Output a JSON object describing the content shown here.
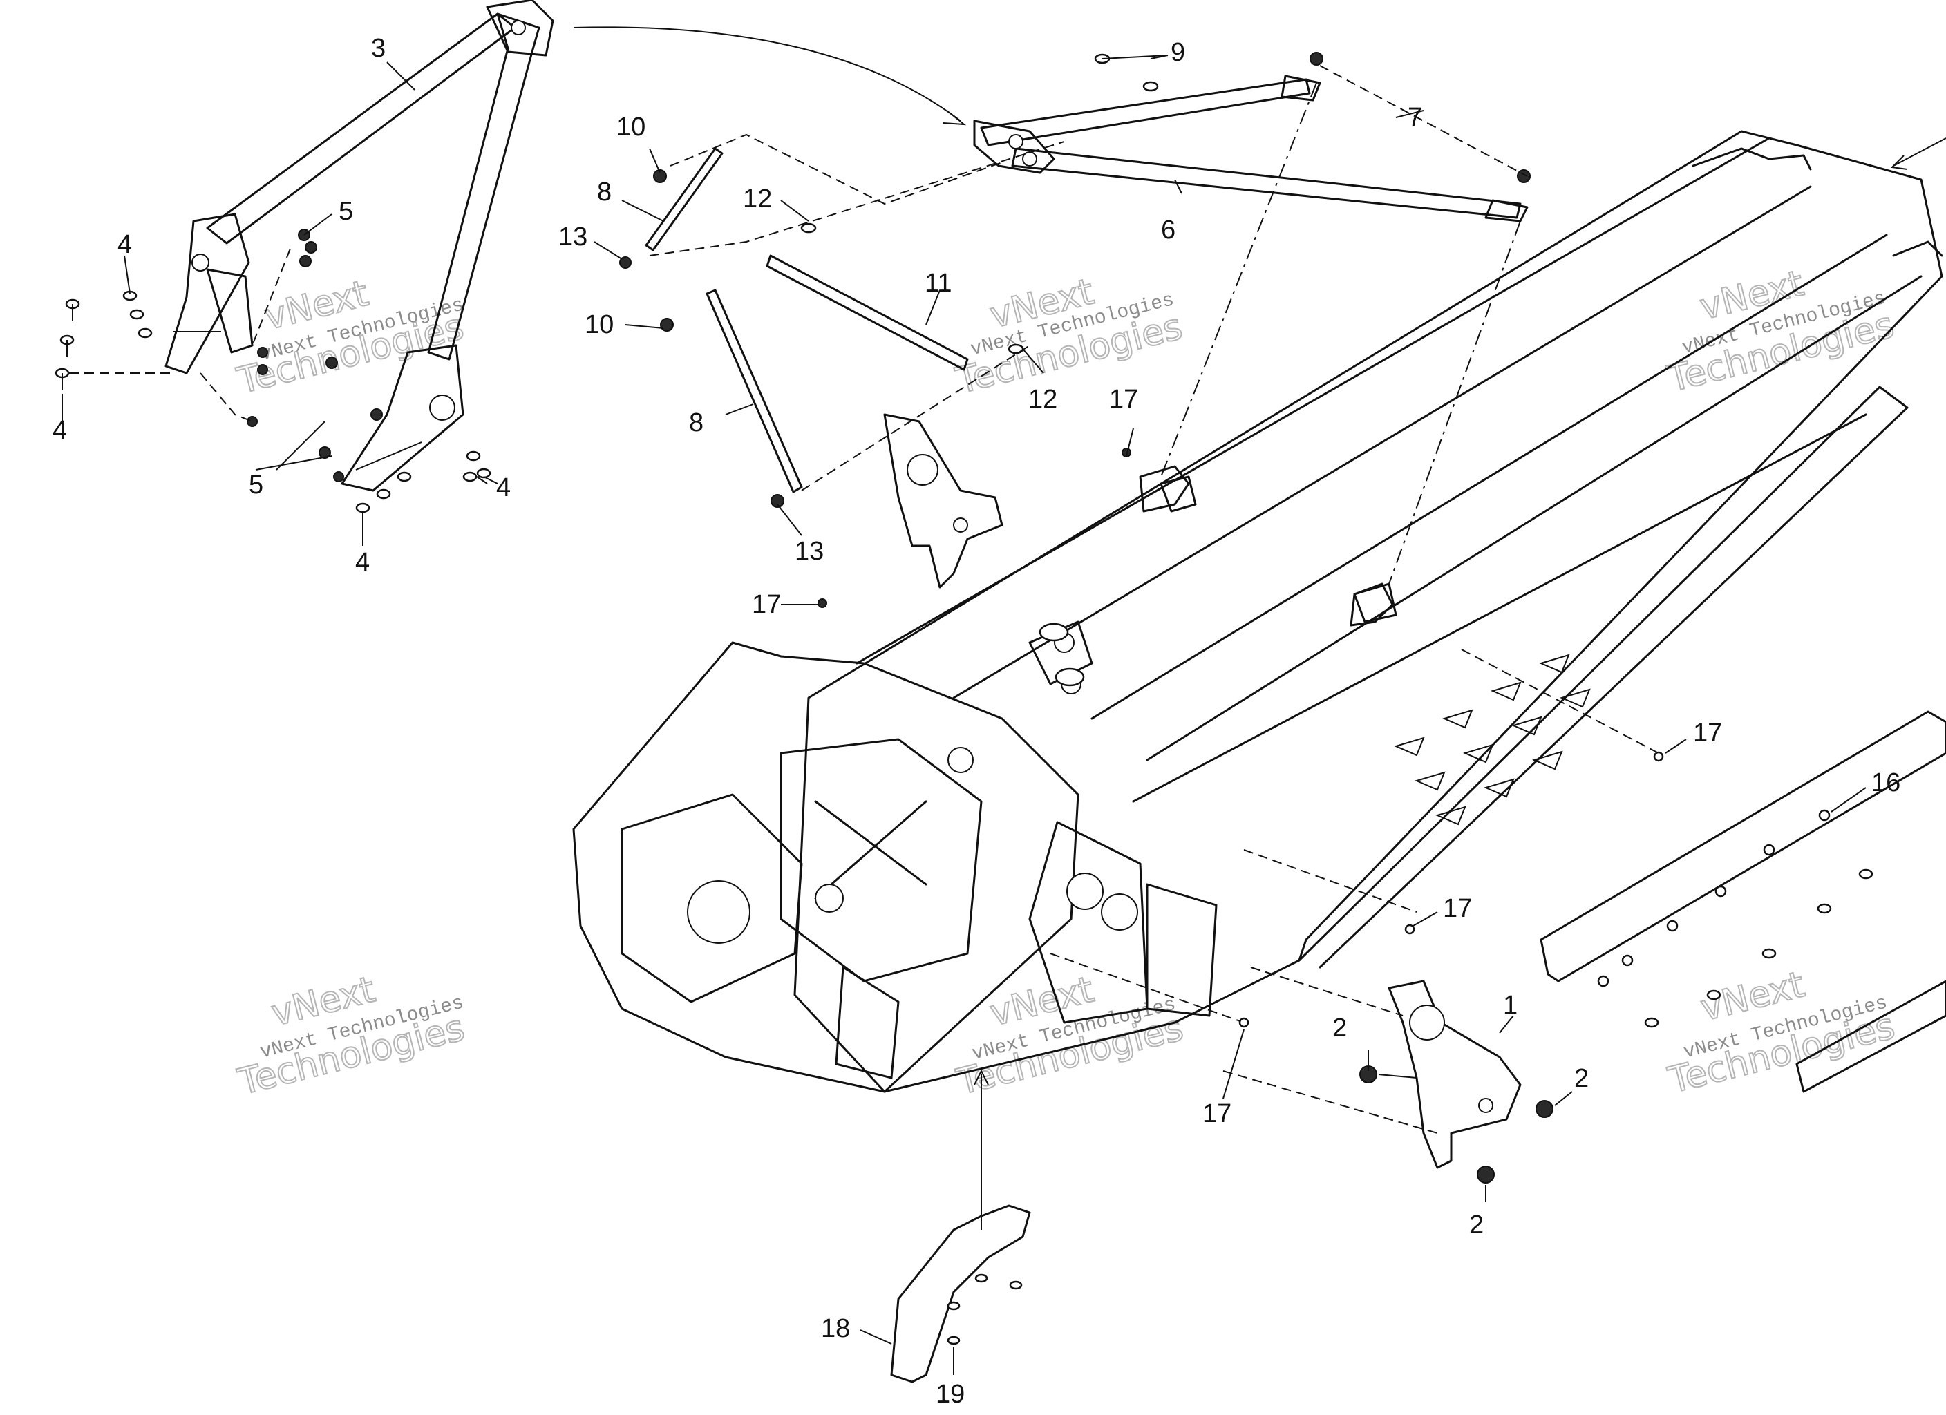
{
  "watermark": {
    "small_text": "vNext Technologies",
    "big_top": "vNext",
    "big_bottom": "Technologies"
  },
  "callouts": [
    {
      "id": "c-3",
      "text": "3"
    },
    {
      "id": "c-9",
      "text": "9"
    },
    {
      "id": "c-7",
      "text": "7"
    },
    {
      "id": "c-10a",
      "text": "10"
    },
    {
      "id": "c-8a",
      "text": "8"
    },
    {
      "id": "c-12a",
      "text": "12"
    },
    {
      "id": "c-13a",
      "text": "13"
    },
    {
      "id": "c-6",
      "text": "6"
    },
    {
      "id": "c-5a",
      "text": "5"
    },
    {
      "id": "c-4a",
      "text": "4"
    },
    {
      "id": "c-4b",
      "text": "4"
    },
    {
      "id": "c-5b",
      "text": "5"
    },
    {
      "id": "c-4c",
      "text": "4"
    },
    {
      "id": "c-4d",
      "text": "4"
    },
    {
      "id": "c-10b",
      "text": "10"
    },
    {
      "id": "c-11",
      "text": "11"
    },
    {
      "id": "c-12b",
      "text": "12"
    },
    {
      "id": "c-8b",
      "text": "8"
    },
    {
      "id": "c-17a",
      "text": "17"
    },
    {
      "id": "c-13b",
      "text": "13"
    },
    {
      "id": "c-17b",
      "text": "17"
    },
    {
      "id": "c-17c",
      "text": "17"
    },
    {
      "id": "c-16",
      "text": "16"
    },
    {
      "id": "c-17d",
      "text": "17"
    },
    {
      "id": "c-1",
      "text": "1"
    },
    {
      "id": "c-2a",
      "text": "2"
    },
    {
      "id": "c-2b",
      "text": "2"
    },
    {
      "id": "c-2c",
      "text": "2"
    },
    {
      "id": "c-17e",
      "text": "17"
    },
    {
      "id": "c-18",
      "text": "18"
    },
    {
      "id": "c-19",
      "text": "19"
    }
  ]
}
